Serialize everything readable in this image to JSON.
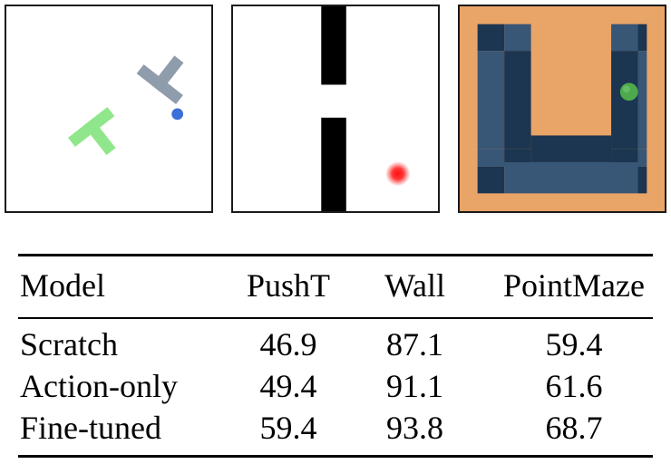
{
  "panels": [
    {
      "env": "PushT",
      "icon": "pusht-env-icon"
    },
    {
      "env": "Wall",
      "icon": "wall-env-icon"
    },
    {
      "env": "PointMaze",
      "icon": "pointmaze-env-icon"
    }
  ],
  "colors": {
    "pusht_target": "#90e68a",
    "pusht_block": "#8f9cab",
    "pusht_agent": "#3d6fd9",
    "wall": "#000000",
    "wall_agent": "#ff2020",
    "maze_floor": "#e9a468",
    "maze_wall_dark": "#1c3550",
    "maze_wall_light": "#385676",
    "maze_agent": "#4caa4c"
  },
  "table": {
    "headers": [
      "Model",
      "PushT",
      "Wall",
      "PointMaze"
    ],
    "rows": [
      [
        "Scratch",
        "46.9",
        "87.1",
        "59.4"
      ],
      [
        "Action-only",
        "49.4",
        "91.1",
        "61.6"
      ],
      [
        "Fine-tuned",
        "59.4",
        "93.8",
        "68.7"
      ]
    ]
  }
}
